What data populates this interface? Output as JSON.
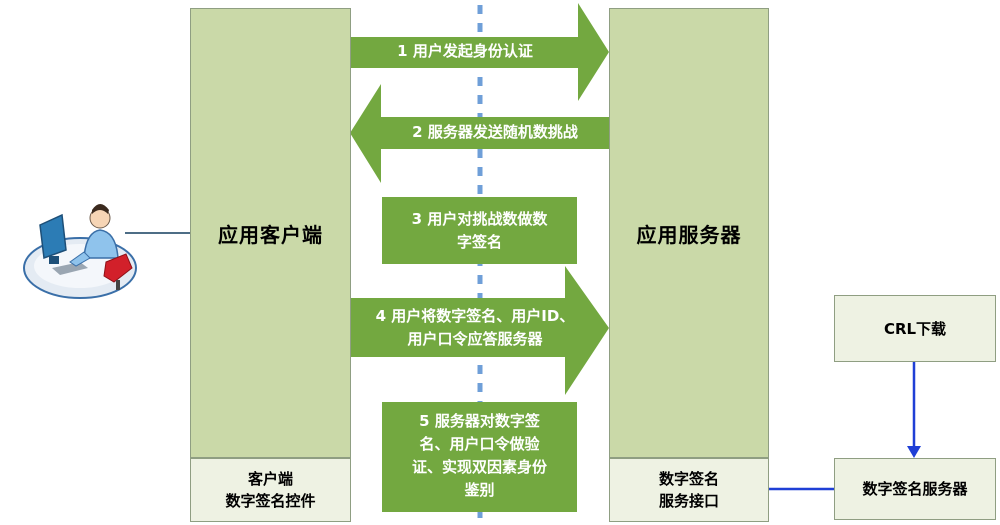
{
  "client": {
    "title": "应用客户端",
    "control_line1": "客户端",
    "control_line2": "数字签名控件"
  },
  "server": {
    "title": "应用服务器",
    "interface_line1": "数字签名",
    "interface_line2": "服务接口"
  },
  "steps": [
    {
      "line1": "1 用户发起身份认证",
      "line2": ""
    },
    {
      "line1": "2 服务器发送随机数挑战",
      "line2": ""
    },
    {
      "line1": "3 用户对挑战数做数",
      "line2": "字签名"
    },
    {
      "line1": "4 用户将数字签名、用户ID、",
      "line2": "用户口令应答服务器"
    },
    {
      "line1": "5 服务器对数字签",
      "line2": "名、用户口令做验",
      "line3": "证、实现双因素身份",
      "line4": "鉴别"
    }
  ],
  "crl_box": {
    "label": "CRL下载"
  },
  "sig_server_box": {
    "label": "数字签名服务器"
  },
  "colors": {
    "column_fill": "#cad9a8",
    "column_light": "#eef2e3",
    "arrow_green": "#73a840",
    "divider_blue": "#6f9fd8",
    "connector_blue": "#1f3fd6"
  },
  "icons": [
    "user-at-computer-icon"
  ]
}
